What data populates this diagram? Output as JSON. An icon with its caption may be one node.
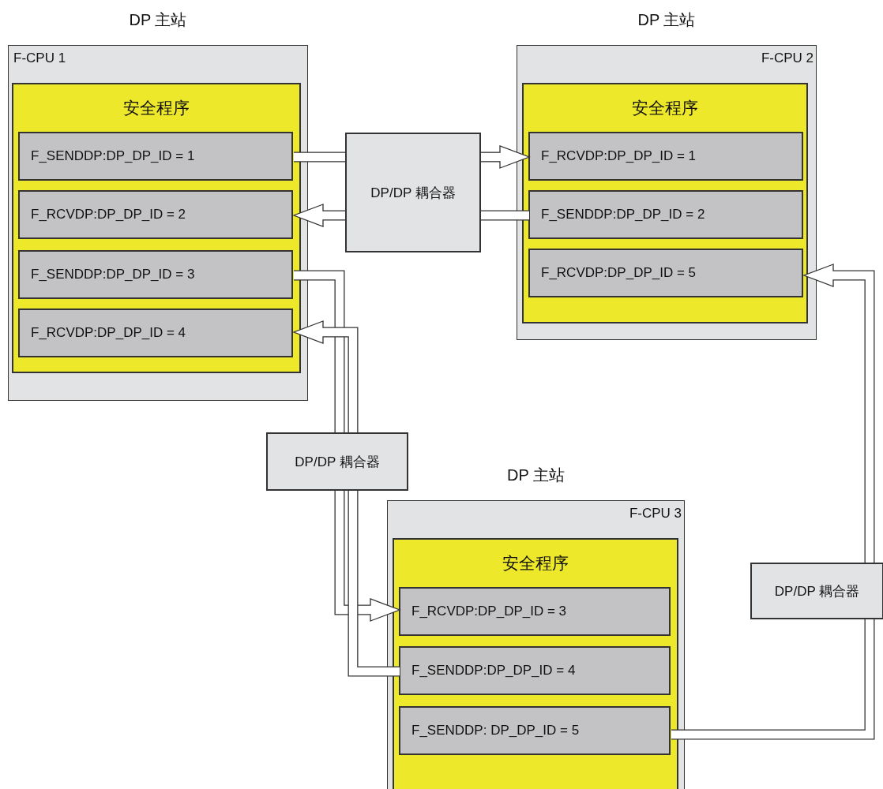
{
  "diagram": {
    "nodes": [
      {
        "text": [
          "DP 主站",
          "F-CPU 1"
        ]
      },
      {
        "text": [
          "安全程序"
        ],
        "in": 0
      },
      {
        "text": [
          "F_SENDDP:DP_DP_ID = 1"
        ],
        "in": 1
      },
      {
        "text": [
          "F_RCVDP:DP_DP_ID = 2"
        ],
        "in": 1
      },
      {
        "text": [
          "F_SENDDP:DP_DP_ID = 3"
        ],
        "in": 1
      },
      {
        "text": [
          "F_RCVDP:DP_DP_ID = 4"
        ],
        "in": 1
      },
      {
        "text": [
          "DP/DP 耦合器"
        ]
      },
      {
        "text": [
          "DP 主站",
          "F-CPU 2"
        ]
      },
      {
        "text": [
          "安全程序"
        ],
        "in": 7
      },
      {
        "text": [
          "F_RCVDP:DP_DP_ID = 1"
        ],
        "in": 8
      },
      {
        "text": [
          "F_SENDDP:DP_DP_ID = 2"
        ],
        "in": 8
      },
      {
        "text": [
          "F_RCVDP:DP_DP_ID = 5"
        ],
        "in": 8
      },
      {
        "text": [
          "DP/DP 耦合器"
        ]
      },
      {
        "text": [
          "DP 主站",
          "F-CPU 3"
        ]
      },
      {
        "text": [
          "安全程序"
        ],
        "in": 13
      },
      {
        "text": [
          "F_RCVDP:DP_DP_ID = 3"
        ],
        "in": 14
      },
      {
        "text": [
          "F_SENDDP:DP_DP_ID = 4"
        ],
        "in": 14
      },
      {
        "text": [
          "F_SENDDP: DP_DP_ID = 5"
        ],
        "in": 14
      },
      {
        "text": [
          "DP/DP 耦合器"
        ]
      }
    ],
    "edges": [
      {
        "from": 2,
        "to": 6,
        "arrow": "none"
      },
      {
        "from": 6,
        "to": 9,
        "arrow": "to"
      },
      {
        "from": 10,
        "to": 6,
        "arrow": "none"
      },
      {
        "from": 6,
        "to": 3,
        "arrow": "to"
      },
      {
        "from": 4,
        "to": 12,
        "arrow": "none"
      },
      {
        "from": 12,
        "to": 15,
        "arrow": "to"
      },
      {
        "from": 16,
        "to": 12,
        "arrow": "none"
      },
      {
        "from": 12,
        "to": 5,
        "arrow": "to"
      },
      {
        "from": 17,
        "to": 18,
        "arrow": "none"
      },
      {
        "from": 18,
        "to": 11,
        "arrow": "to"
      }
    ]
  }
}
